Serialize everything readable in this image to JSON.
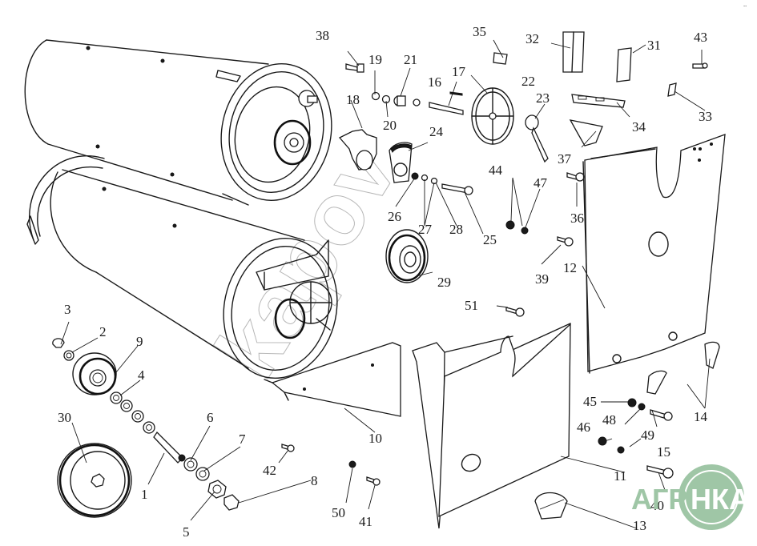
{
  "diagram": {
    "type": "exploded-parts-diagram",
    "subject": "twin-drum grain cleaner / separator assembly",
    "watermark_text": "kapov",
    "logo": {
      "left_text": "АГРО",
      "right_text": "НКА",
      "color": "#9fc6a6"
    },
    "corner_mark": "-- ",
    "callouts": [
      {
        "id": "1",
        "label": "1"
      },
      {
        "id": "2",
        "label": "2"
      },
      {
        "id": "3",
        "label": "3"
      },
      {
        "id": "4",
        "label": "4"
      },
      {
        "id": "5",
        "label": "5"
      },
      {
        "id": "6",
        "label": "6"
      },
      {
        "id": "7",
        "label": "7"
      },
      {
        "id": "8",
        "label": "8"
      },
      {
        "id": "9",
        "label": "9"
      },
      {
        "id": "10",
        "label": "10"
      },
      {
        "id": "11",
        "label": "11"
      },
      {
        "id": "12",
        "label": "12"
      },
      {
        "id": "13",
        "label": "13"
      },
      {
        "id": "14",
        "label": "14"
      },
      {
        "id": "15",
        "label": "15"
      },
      {
        "id": "16",
        "label": "16"
      },
      {
        "id": "17",
        "label": "17"
      },
      {
        "id": "18",
        "label": "18"
      },
      {
        "id": "19",
        "label": "19"
      },
      {
        "id": "20",
        "label": "20"
      },
      {
        "id": "21",
        "label": "21"
      },
      {
        "id": "22",
        "label": "22"
      },
      {
        "id": "23",
        "label": "23"
      },
      {
        "id": "24",
        "label": "24"
      },
      {
        "id": "25",
        "label": "25"
      },
      {
        "id": "26",
        "label": "26"
      },
      {
        "id": "27",
        "label": "27"
      },
      {
        "id": "28",
        "label": "28"
      },
      {
        "id": "29",
        "label": "29"
      },
      {
        "id": "30",
        "label": "30"
      },
      {
        "id": "31",
        "label": "31"
      },
      {
        "id": "32",
        "label": "32"
      },
      {
        "id": "33",
        "label": "33"
      },
      {
        "id": "34",
        "label": "34"
      },
      {
        "id": "35",
        "label": "35"
      },
      {
        "id": "36",
        "label": "36"
      },
      {
        "id": "37",
        "label": "37"
      },
      {
        "id": "38",
        "label": "38"
      },
      {
        "id": "39",
        "label": "39"
      },
      {
        "id": "40",
        "label": "40"
      },
      {
        "id": "41",
        "label": "41"
      },
      {
        "id": "42",
        "label": "42"
      },
      {
        "id": "43",
        "label": "43"
      },
      {
        "id": "44",
        "label": "44"
      },
      {
        "id": "45",
        "label": "45"
      },
      {
        "id": "46",
        "label": "46"
      },
      {
        "id": "47",
        "label": "47"
      },
      {
        "id": "48",
        "label": "48"
      },
      {
        "id": "49",
        "label": "49"
      },
      {
        "id": "50",
        "label": "50"
      },
      {
        "id": "51",
        "label": "51"
      }
    ]
  }
}
